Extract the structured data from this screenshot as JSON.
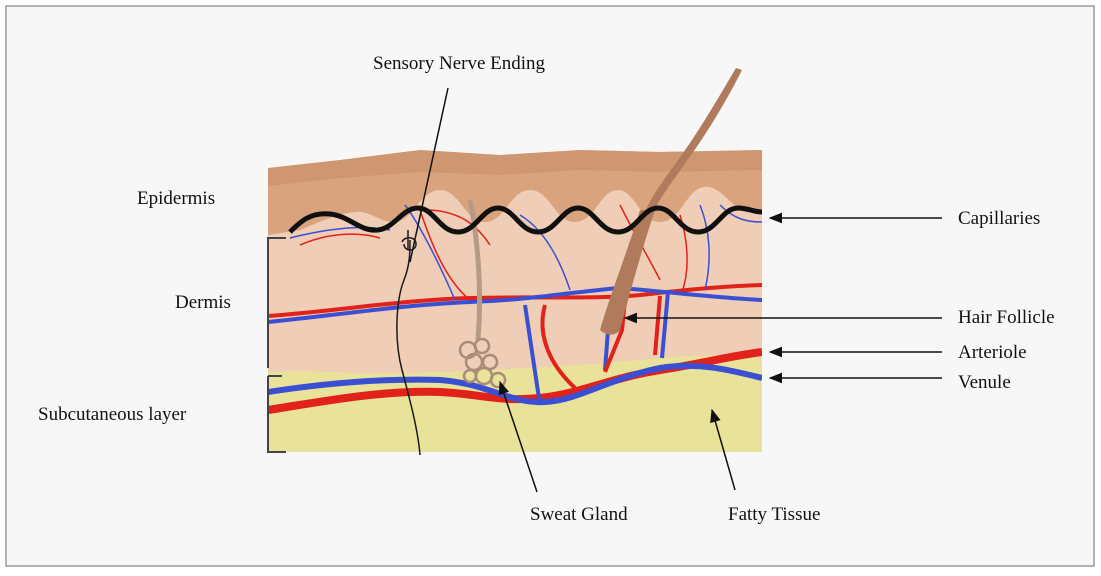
{
  "labels": {
    "sensory_nerve_ending": "Sensory Nerve Ending",
    "epidermis": "Epidermis",
    "dermis": "Dermis",
    "subcutaneous_layer": "Subcutaneous layer",
    "capillaries": "Capillaries",
    "hair_follicle": "Hair Follicle",
    "arteriole": "Arteriole",
    "venule": "Venule",
    "sweat_gland": "Sweat Gland",
    "fatty_tissue": "Fatty Tissue"
  },
  "colors": {
    "background": "#f7f7f7",
    "border": "#9a9a9a",
    "epidermis": "#d9a37e",
    "epidermis_top": "#c78e66",
    "dermis": "#f0cdb6",
    "subcutaneous": "#e9e29a",
    "artery": "#e0221a",
    "vein": "#3a4fd1",
    "hair": "#b07a5d",
    "gland": "#b59a86",
    "nerve": "#1a1a1a",
    "membrane": "#101010"
  }
}
